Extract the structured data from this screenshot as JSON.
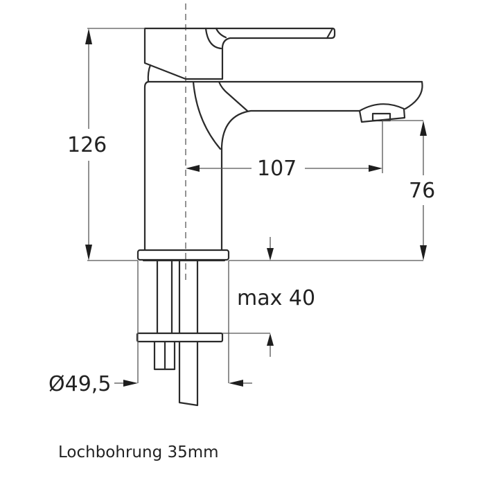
{
  "drawing": {
    "subject": "single-lever basin faucet technical drawing",
    "colors": {
      "line": "#2a2a2a",
      "dimension": "#555555",
      "centerline": "#777777",
      "background": "#ffffff"
    },
    "dimensions": {
      "total_height": "126",
      "spout_reach": "107",
      "spout_height": "76",
      "max_countertop": "max 40",
      "base_diameter": "Ø49,5"
    },
    "note": "Lochbohrung 35mm"
  }
}
